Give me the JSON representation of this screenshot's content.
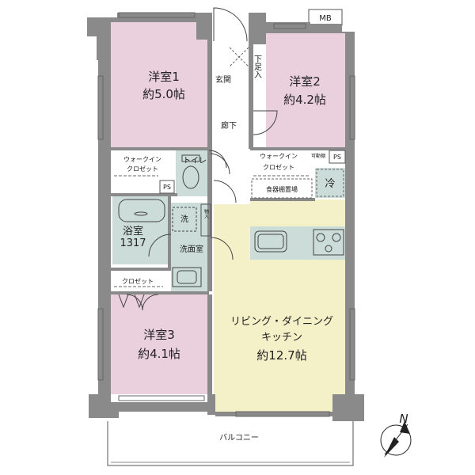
{
  "floorplan": {
    "rooms": {
      "bedroom1": {
        "name": "洋室1",
        "size": "約5.0帖"
      },
      "bedroom2": {
        "name": "洋室2",
        "size": "約4.2帖"
      },
      "bedroom3": {
        "name": "洋室3",
        "size": "約4.1帖"
      },
      "ldk": {
        "name_line1": "リビング・ダイニング",
        "name_line2": "キッチン",
        "size": "約12.7帖"
      }
    },
    "labels": {
      "mb": "MB",
      "entrance": "玄関",
      "shoe_closet": "下足入",
      "hallway": "廊下",
      "wic1_line1": "ウォークイン",
      "wic1_line2": "クロゼット",
      "wic2_line1": "ウォークイン",
      "wic2_line2": "クロゼット",
      "toilet": "トイレ",
      "ps": "PS",
      "ps2": "PS",
      "fridge": "冷",
      "dish_shelf": "食器棚置場",
      "washer": "洗",
      "storage": "物入",
      "bath": "浴室",
      "bath_size": "1317",
      "washroom": "洗面室",
      "closet": "クロゼット",
      "balcony": "バルコニー",
      "north": "N",
      "small_label": "可動棚"
    },
    "colors": {
      "bedroom": "#eacfdd",
      "ldk": "#f4f0c8",
      "wet": "#cbdcd9",
      "wall": "#8a8a8a",
      "wall_dark": "#7b7b7b"
    }
  }
}
